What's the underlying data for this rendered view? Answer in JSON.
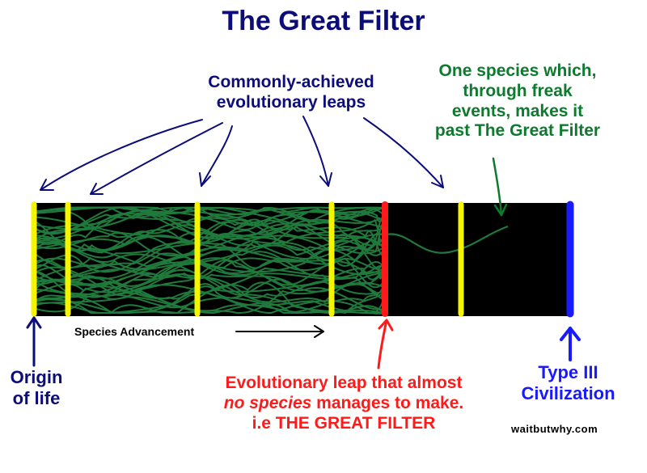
{
  "title": "The Great Filter",
  "commonly_achieved": {
    "line1": "Commonly-achieved",
    "line2": "evolutionary leaps"
  },
  "one_species": {
    "line1": "One species which,",
    "line2": "through freak",
    "line3": "events, makes it",
    "line4": "past The Great Filter"
  },
  "species_advancement": "Species Advancement",
  "origin_of_life": {
    "line1": "Origin",
    "line2": "of life"
  },
  "great_filter": {
    "line1": "Evolutionary leap that almost",
    "line2_italic": "no species",
    "line2_rest": " manages to make.",
    "line3": "i.e THE GREAT FILTER"
  },
  "type_iii": {
    "line1": "Type III",
    "line2": "Civilization"
  },
  "credit": "waitbutwhy.com",
  "colors": {
    "title": "#0d0d7a",
    "navy": "#0d0d7a",
    "green_text": "#0d7a2e",
    "strands": "#1f7a3c",
    "band": "#000000",
    "leap_yellow": "#f5f500",
    "filter_red": "#ff1a1a",
    "type3_blue": "#1a1aff"
  }
}
